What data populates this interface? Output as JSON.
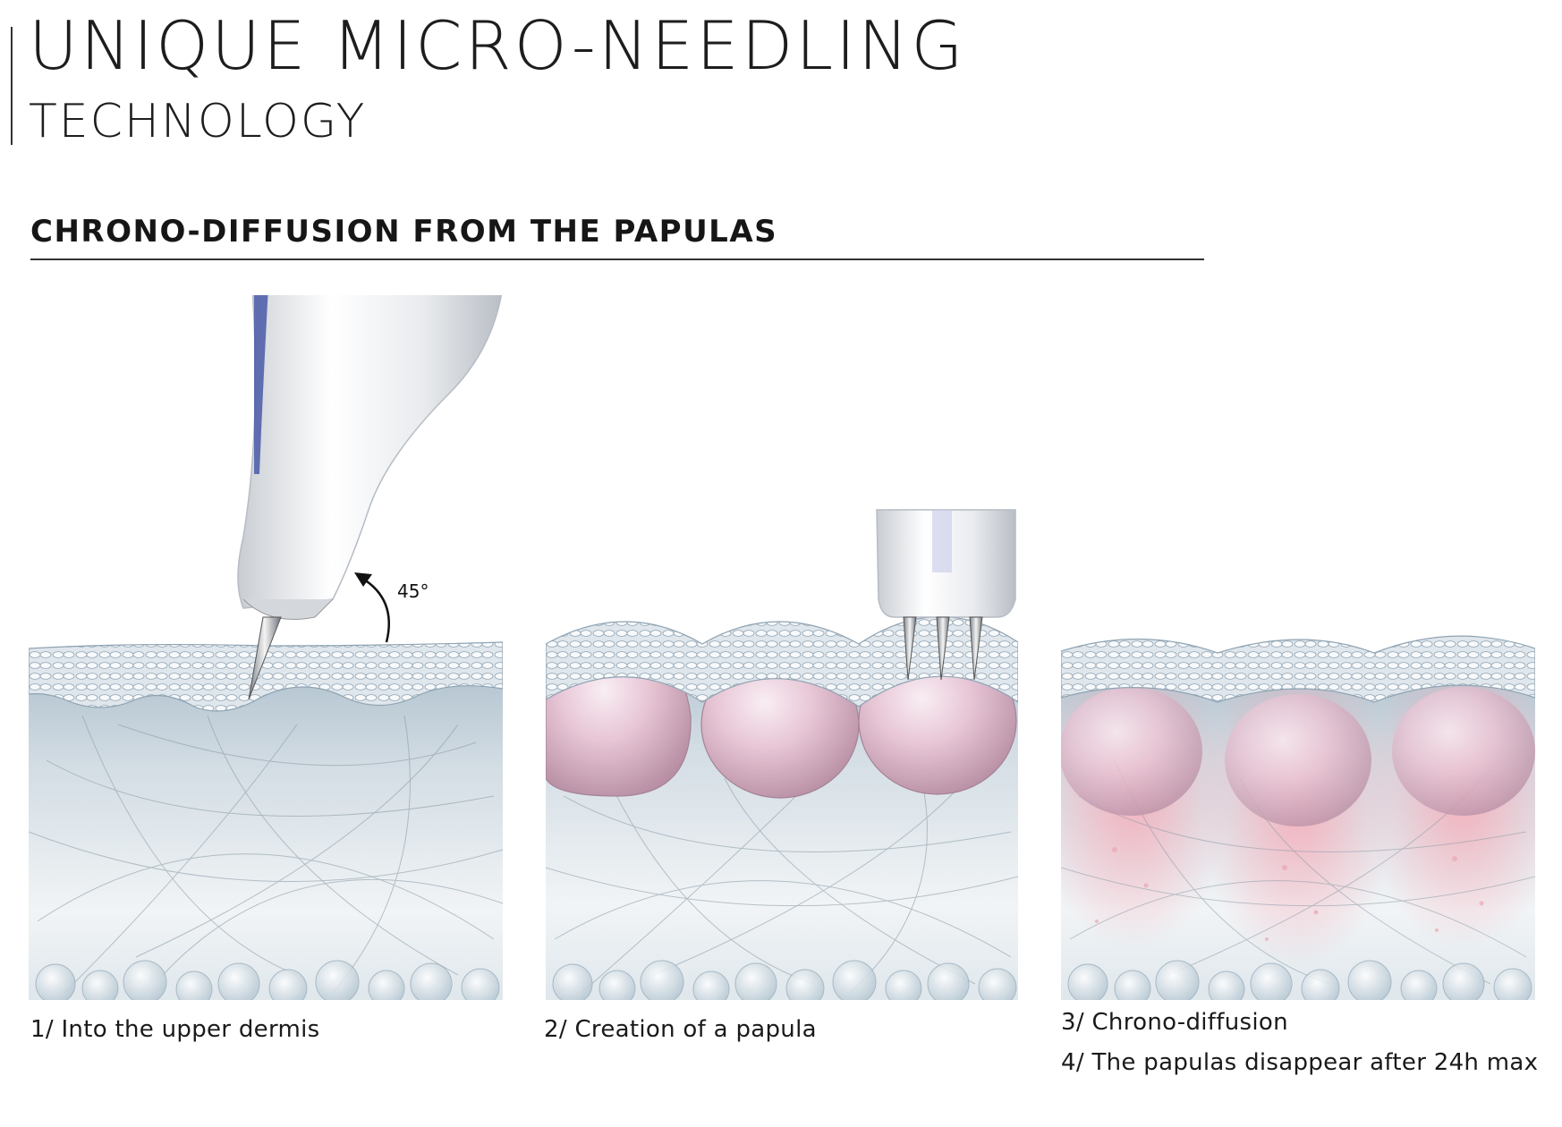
{
  "header": {
    "title": "UNIQUE MICRO-NEEDLING",
    "subtitle": "TECHNOLOGY"
  },
  "section": {
    "heading": "CHRONO-DIFFUSION FROM THE PAPULAS"
  },
  "panels": [
    {
      "caption": "1/ Into the upper dermis",
      "angle_label": "45°"
    },
    {
      "caption": "2/ Creation of a papula"
    },
    {
      "caption": "3/ Chrono-diffusion",
      "caption_2": "4/ The papulas disappear after 24h max"
    }
  ],
  "colors": {
    "dermis": "#c4d2db",
    "dermis_light": "#eef2f5",
    "papula": "#e8c6d6",
    "diffusion_glow": "#f3b9c4",
    "device_accent": "#4a5aa8"
  }
}
